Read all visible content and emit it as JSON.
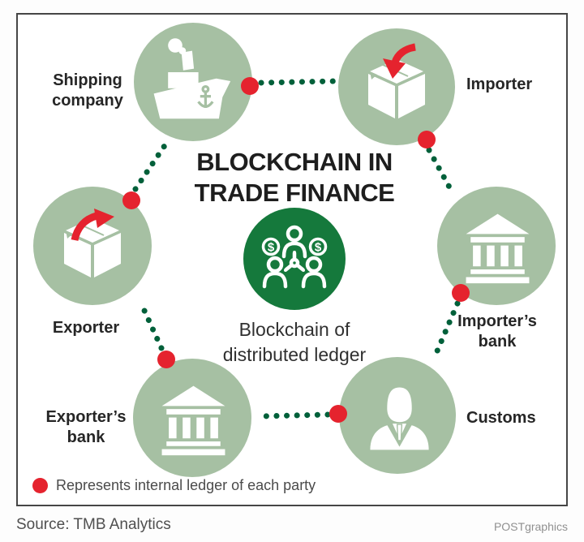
{
  "title": {
    "line1": "BLOCKCHAIN IN",
    "line2": "TRADE FINANCE"
  },
  "center": {
    "icon": "blockchain-network-icon",
    "currency_symbol": "$",
    "caption_line1": "Blockchain of",
    "caption_line2": "distributed ledger"
  },
  "nodes": [
    {
      "id": "shipping-company",
      "icon": "cargo-ship-icon",
      "line1": "Shipping",
      "line2": "company"
    },
    {
      "id": "importer",
      "icon": "box-receive-icon",
      "line1": "Importer",
      "line2": ""
    },
    {
      "id": "importers-bank",
      "icon": "bank-icon",
      "line1": "Importer’s",
      "line2": "bank"
    },
    {
      "id": "customs",
      "icon": "businessman-icon",
      "line1": "Customs",
      "line2": ""
    },
    {
      "id": "exporters-bank",
      "icon": "bank-icon",
      "line1": "Exporter’s",
      "line2": "bank"
    },
    {
      "id": "exporter",
      "icon": "box-send-icon",
      "line1": "Exporter",
      "line2": ""
    }
  ],
  "legend": {
    "text": "Represents internal ledger of each party"
  },
  "footer": {
    "source": "Source: TMB Analytics",
    "credit": "POSTgraphics"
  },
  "colors": {
    "node_circle": "#a6c0a3",
    "center_circle": "#15793c",
    "ledger_dot": "#e5232e",
    "dotted_link": "#00603a",
    "arrow_red": "#e5232e",
    "title_text": "#1e1e1e"
  }
}
